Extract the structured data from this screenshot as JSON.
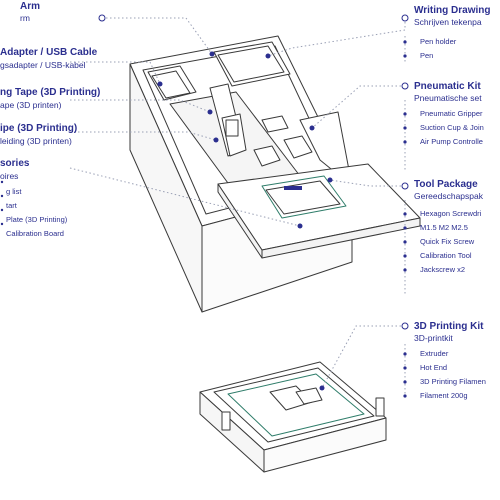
{
  "colors": {
    "ink": "#2b2f8f",
    "line": "#3a3a3a",
    "dot": "#9aa0b5",
    "teal": "#2f7d6a",
    "bg": "#ffffff"
  },
  "left": {
    "arm": {
      "title": "Arm",
      "sub": "rm"
    },
    "adapter": {
      "title": "Adapter / USB Cable",
      "sub": "gsadapter / USB-kabel"
    },
    "tape": {
      "title": "ng Tape (3D Printing)",
      "sub": "ape (3D printen)"
    },
    "pipe": {
      "title": "ipe (3D Printing)",
      "sub": "leiding (3D printen)"
    },
    "acc": {
      "title": "sories",
      "sub": "oires",
      "items": [
        "g list",
        "tart",
        "Plate (3D Printing)",
        "Calibration Board"
      ]
    }
  },
  "right": {
    "writing": {
      "title": "Writing Drawing",
      "sub": "Schrijven tekenpa",
      "items": [
        "Pen holder",
        "Pen"
      ]
    },
    "pneumatic": {
      "title": "Pneumatic Kit",
      "sub": "Pneumatische set",
      "items": [
        "Pneumatic Gripper",
        "Suction Cup & Join",
        "Air Pump Controlle"
      ]
    },
    "tool": {
      "title": "Tool Package",
      "sub": "Gereedschapspak",
      "items": [
        "Hexagon Screwdri",
        "M1.5 M2 M2.5",
        "Quick Fix Screw",
        "Calibration Tool",
        "Jackscrew x2"
      ]
    },
    "print3d": {
      "title": "3D Printing Kit",
      "sub": "3D-printkit",
      "items": [
        "Extruder",
        "Hot End",
        "3D Printing Filamen",
        "Filament 200g"
      ]
    }
  }
}
